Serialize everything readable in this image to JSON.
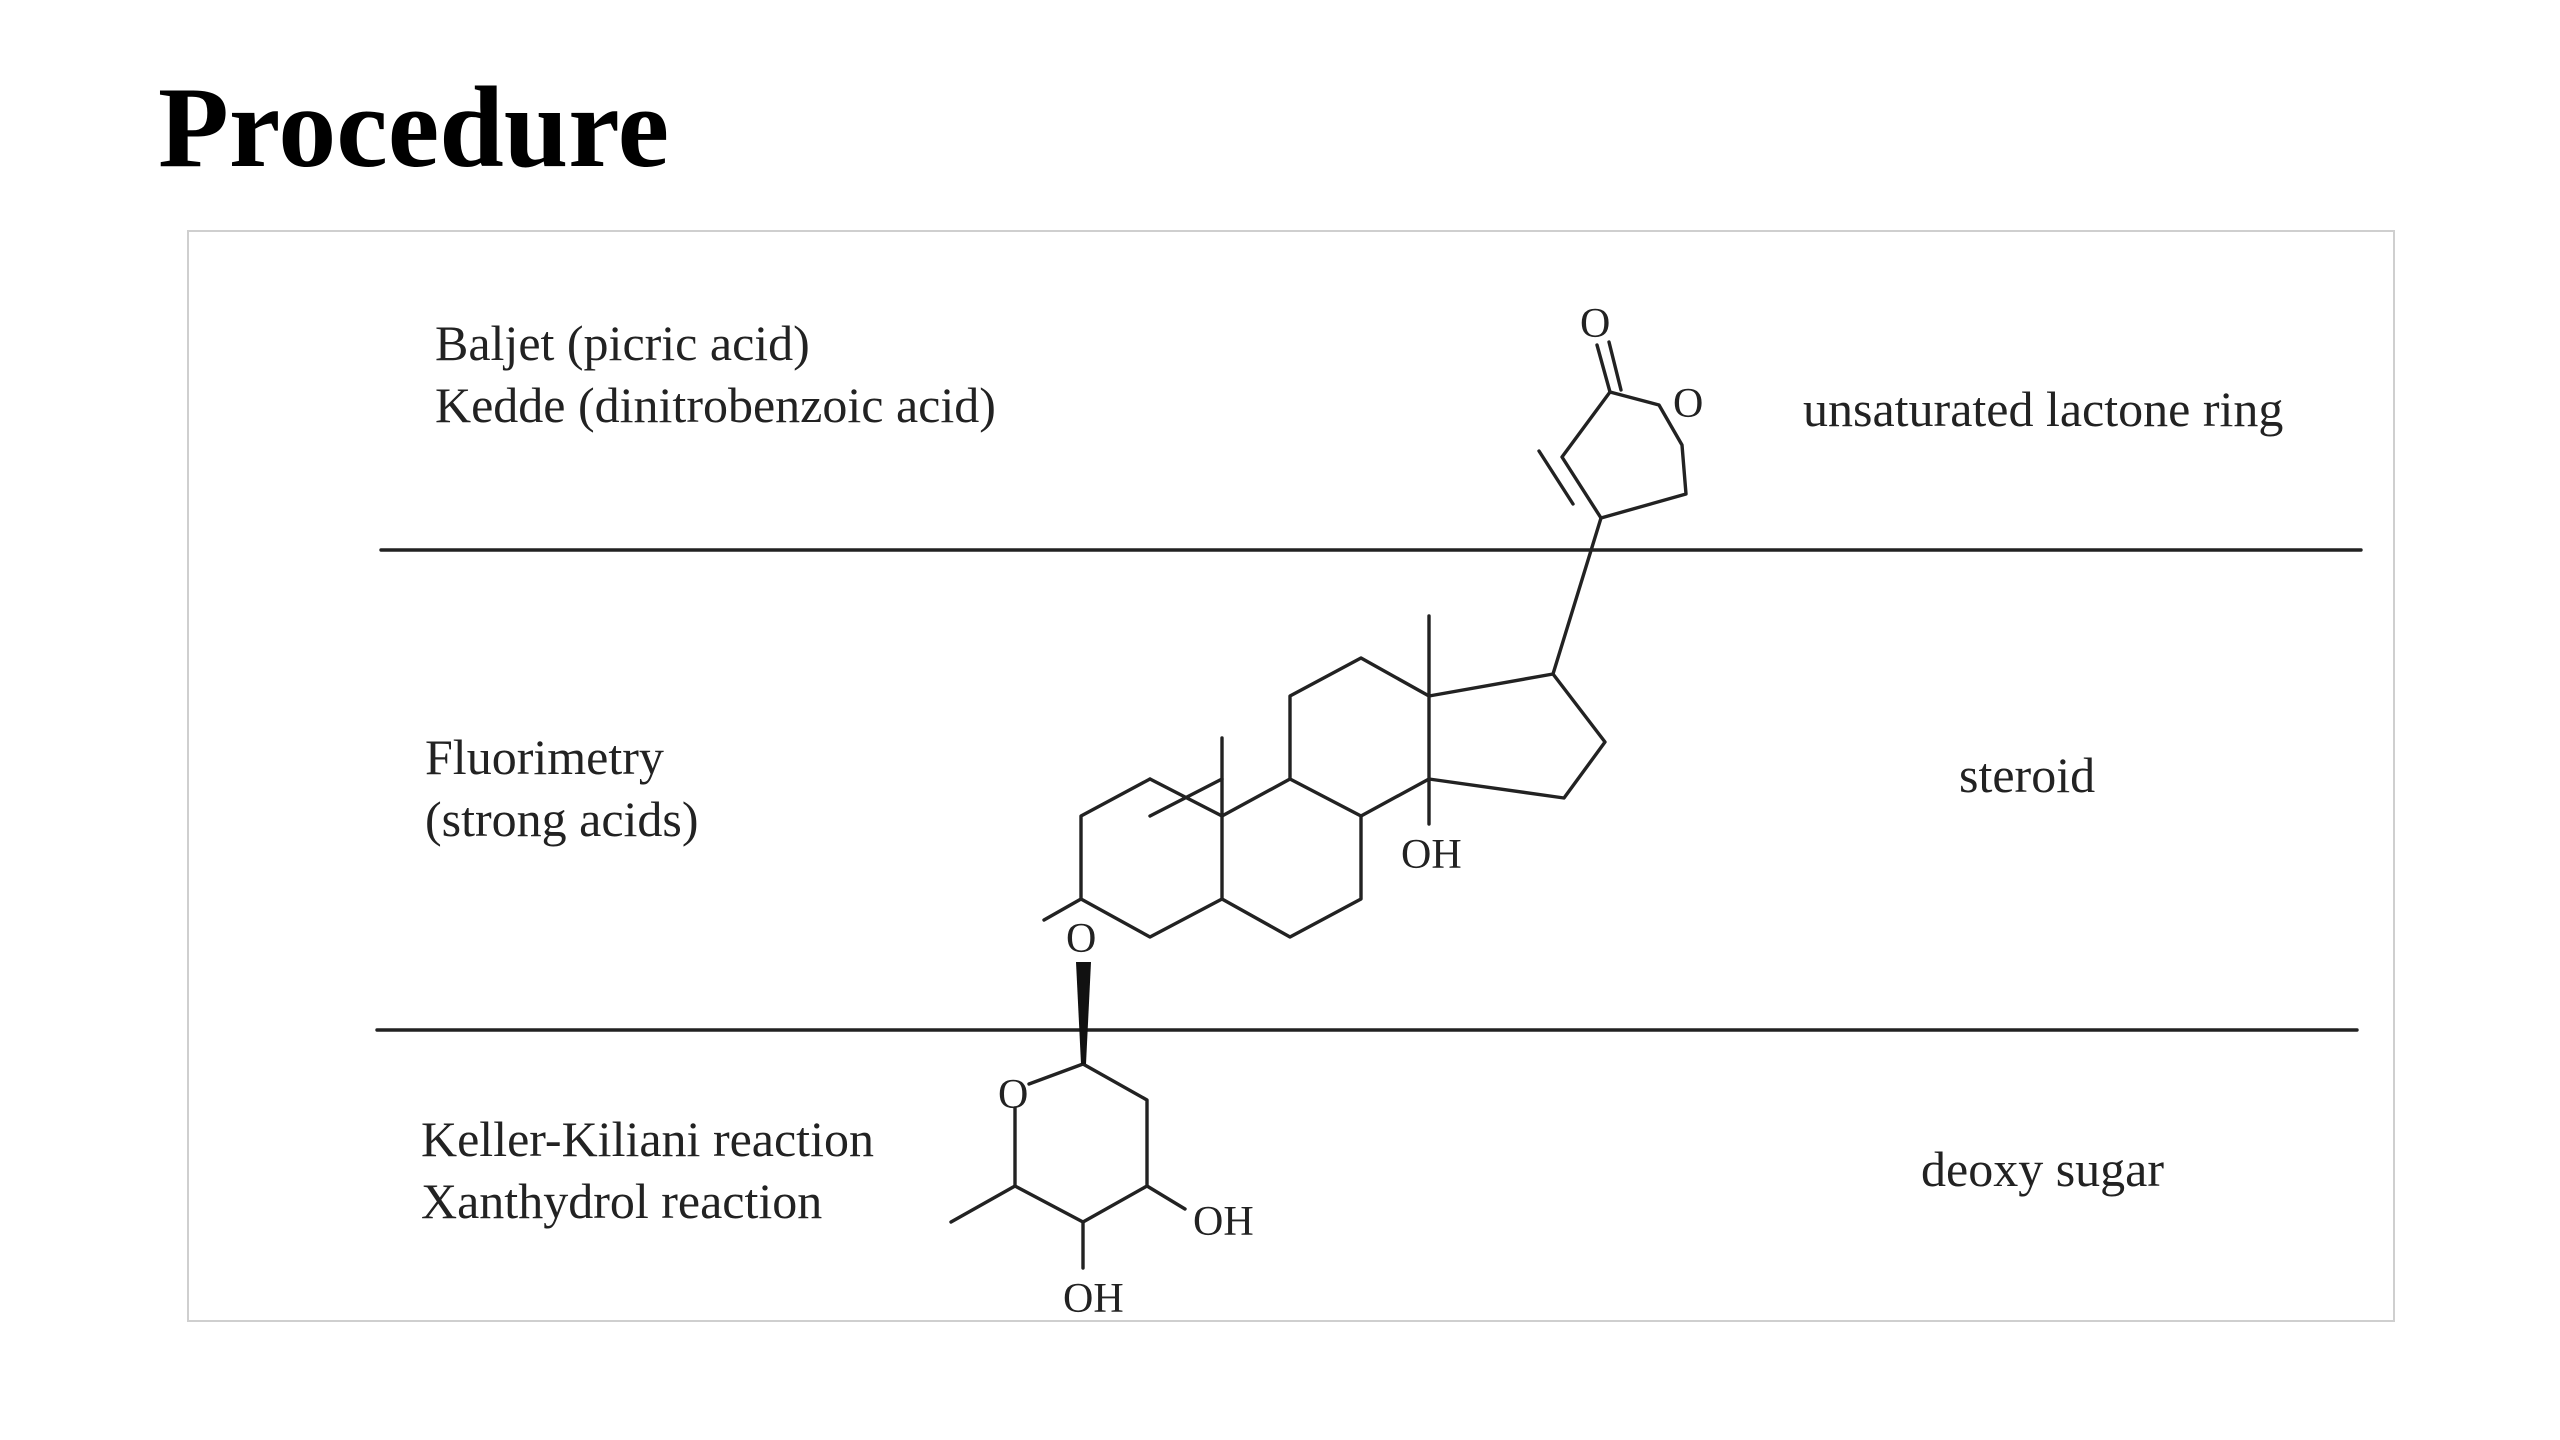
{
  "slide": {
    "title": "Procedure"
  },
  "diagram": {
    "rows": [
      {
        "tests": [
          "Baljet (picric acid)",
          "Kedde (dinitrobenzoic acid)"
        ],
        "moiety": "unsaturated lactone ring"
      },
      {
        "tests": [
          "Fluorimetry",
          "(strong acids)"
        ],
        "moiety": "steroid"
      },
      {
        "tests": [
          "Keller-Kiliani reaction",
          "Xanthydrol reaction"
        ],
        "moiety": "deoxy sugar"
      }
    ],
    "atoms": {
      "carbonyl_o": "O",
      "ring_o": "O",
      "oh_14": "OH",
      "glycosidic_o": "O",
      "sugar_ring_o": "O",
      "oh_sugar_4": "OH",
      "oh_sugar_3": "OH"
    }
  }
}
